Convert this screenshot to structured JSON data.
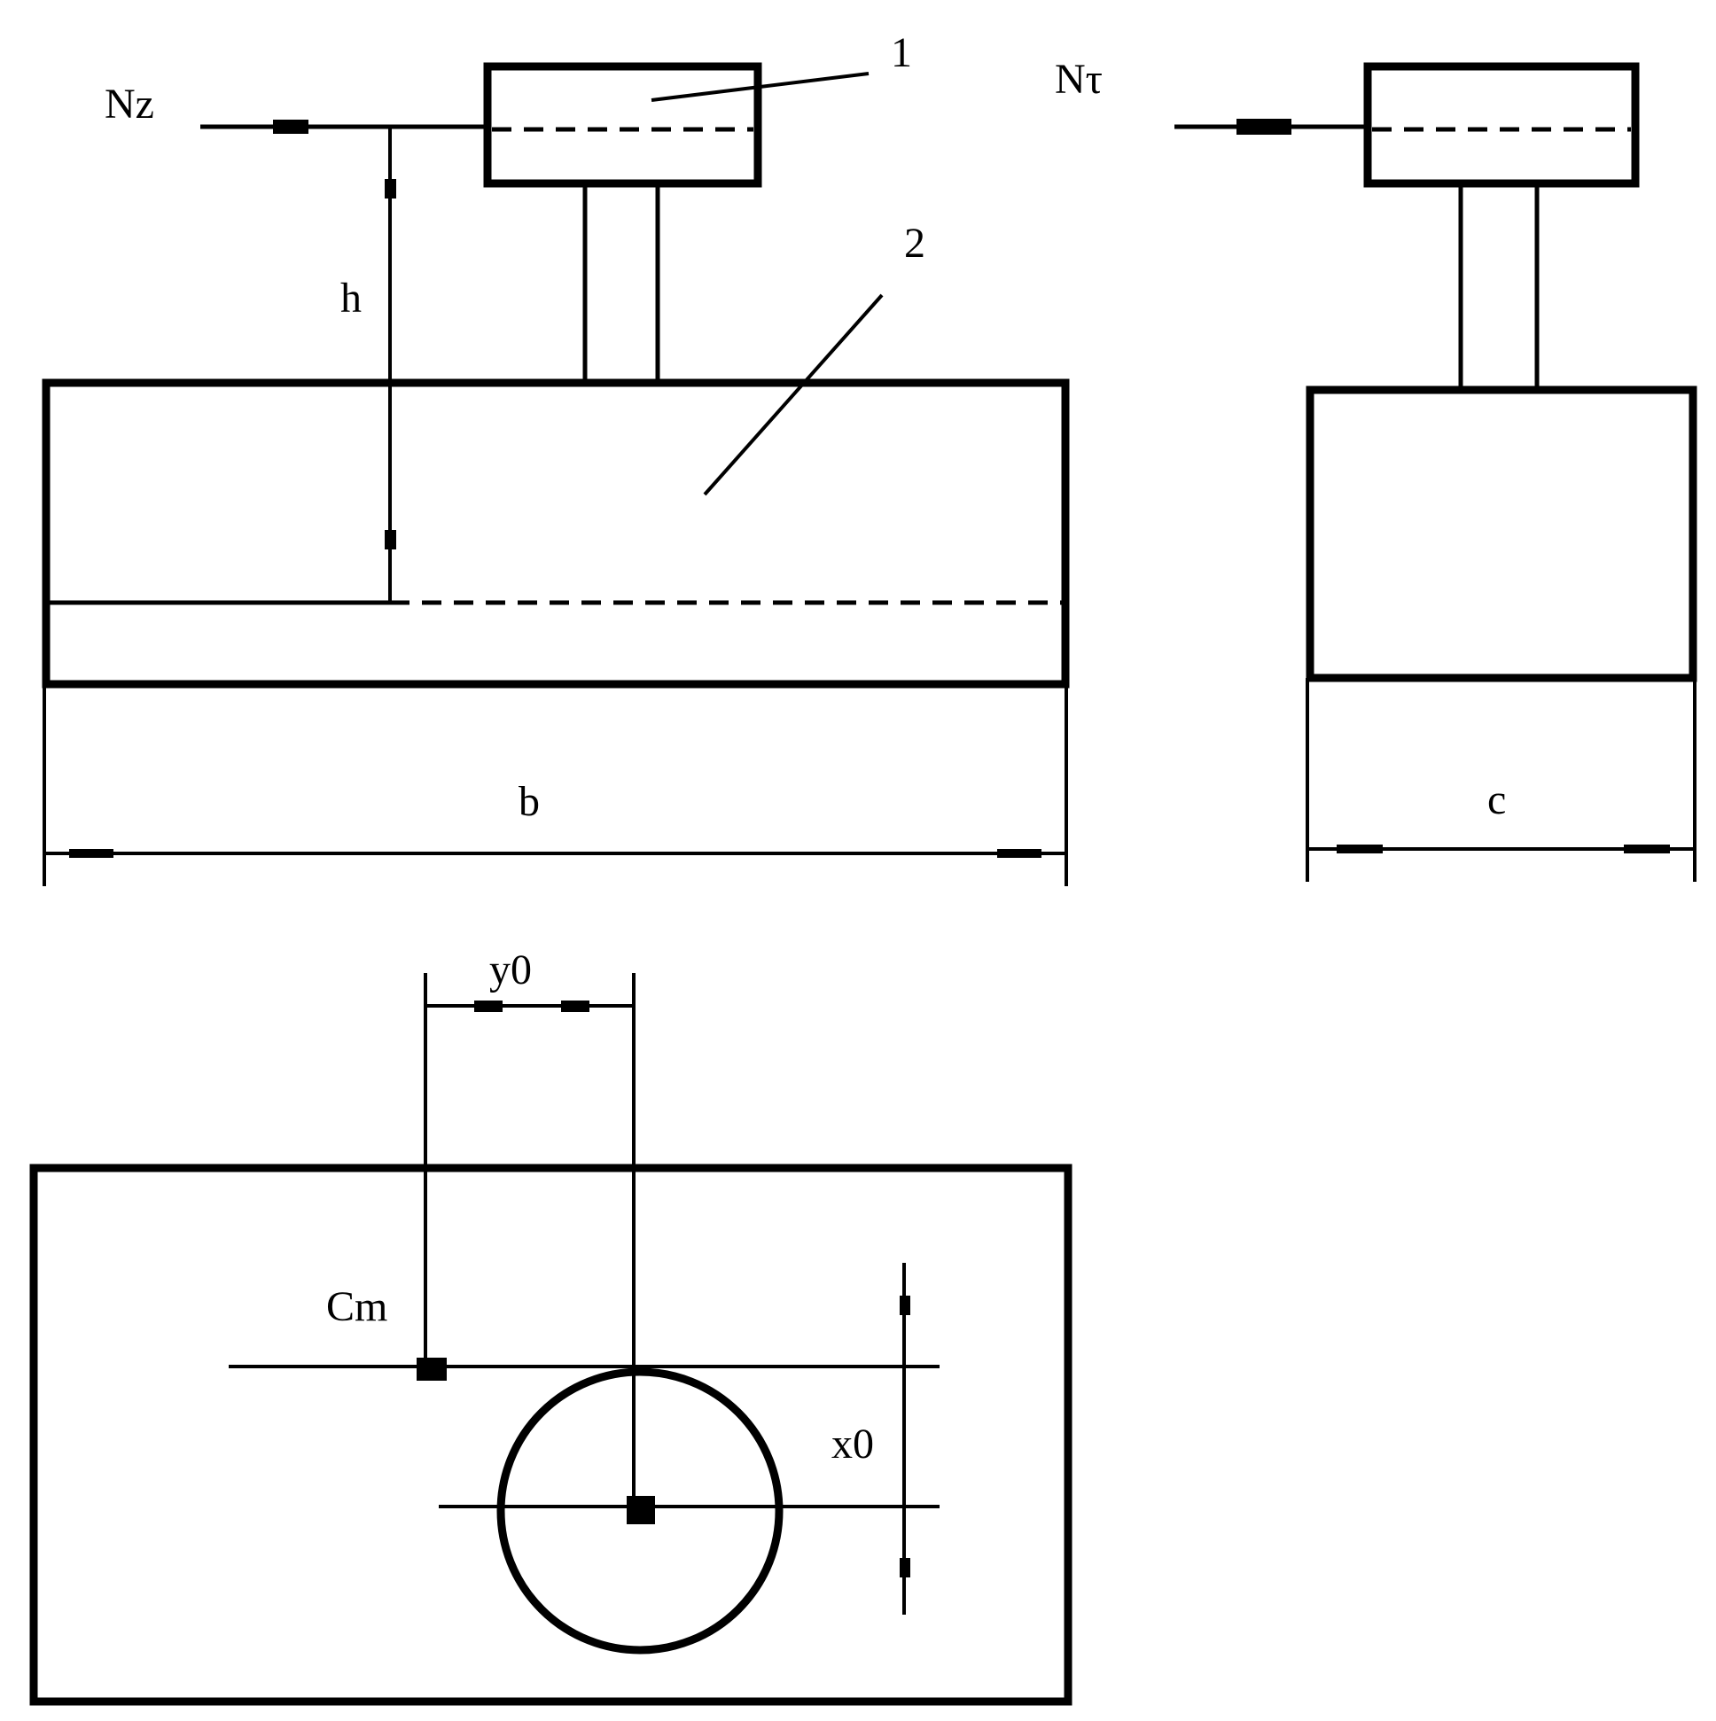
{
  "labels": {
    "nz": "Nz",
    "ntau": "Nτ",
    "callout_1": "1",
    "callout_2": "2",
    "h": "h",
    "b": "b",
    "c": "c",
    "y0": "y0",
    "x0": "x0",
    "cm": "Cm"
  }
}
